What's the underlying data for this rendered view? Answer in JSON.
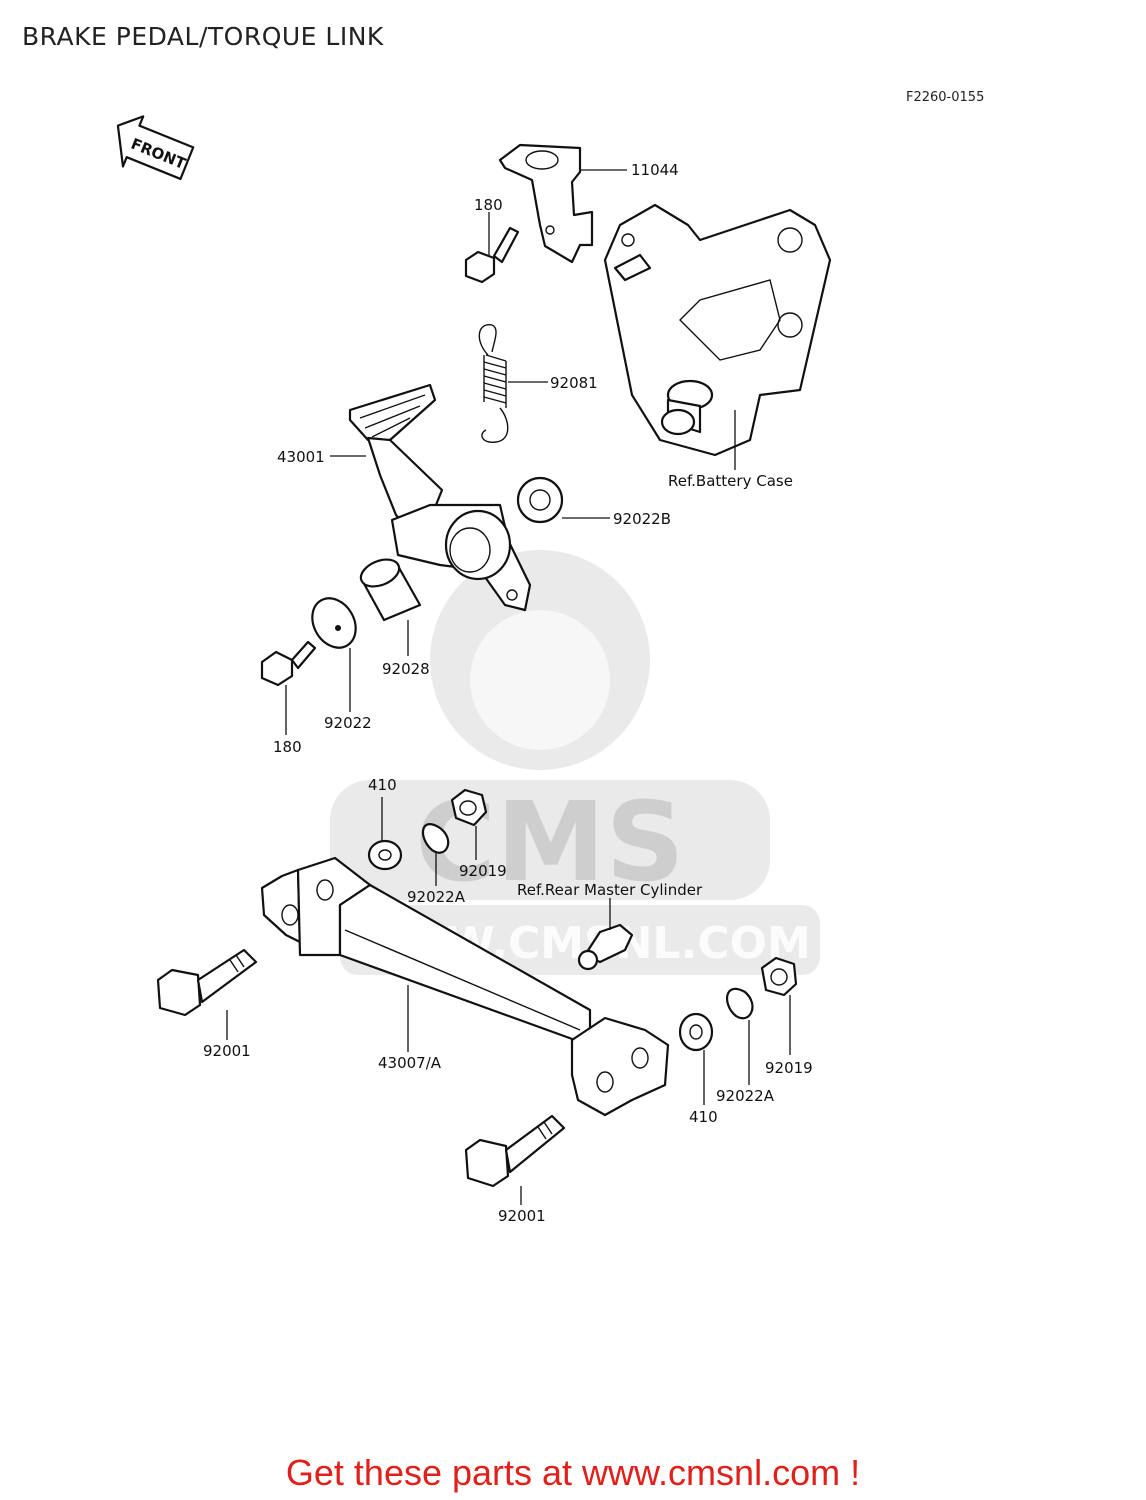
{
  "title": "BRAKE PEDAL/TORQUE LINK",
  "figure_code": "F2260-0155",
  "front_label": "FRONT",
  "watermark": {
    "brand": "CMS",
    "url": "WWW.CMSNL.COM"
  },
  "labels": {
    "p11044": "11044",
    "p180_top": "180",
    "p92081": "92081",
    "p43001": "43001",
    "ref_battery": "Ref.Battery Case",
    "p92022B": "92022B",
    "p92028": "92028",
    "p92022": "92022",
    "p180_bottom": "180",
    "p410_top": "410",
    "p92019_top": "92019",
    "p92022A_top": "92022A",
    "ref_master": "Ref.Rear Master Cylinder",
    "p92001_left": "92001",
    "p43007A": "43007/A",
    "p410_bottom": "410",
    "p92022A_bottom": "92022A",
    "p92019_bottom": "92019",
    "p92001_bottom": "92001"
  },
  "footer": {
    "cta": "Get these parts at www.cmsnl.com !"
  },
  "colors": {
    "cta": "#e0201b",
    "watermark": "#d9d9d9"
  }
}
